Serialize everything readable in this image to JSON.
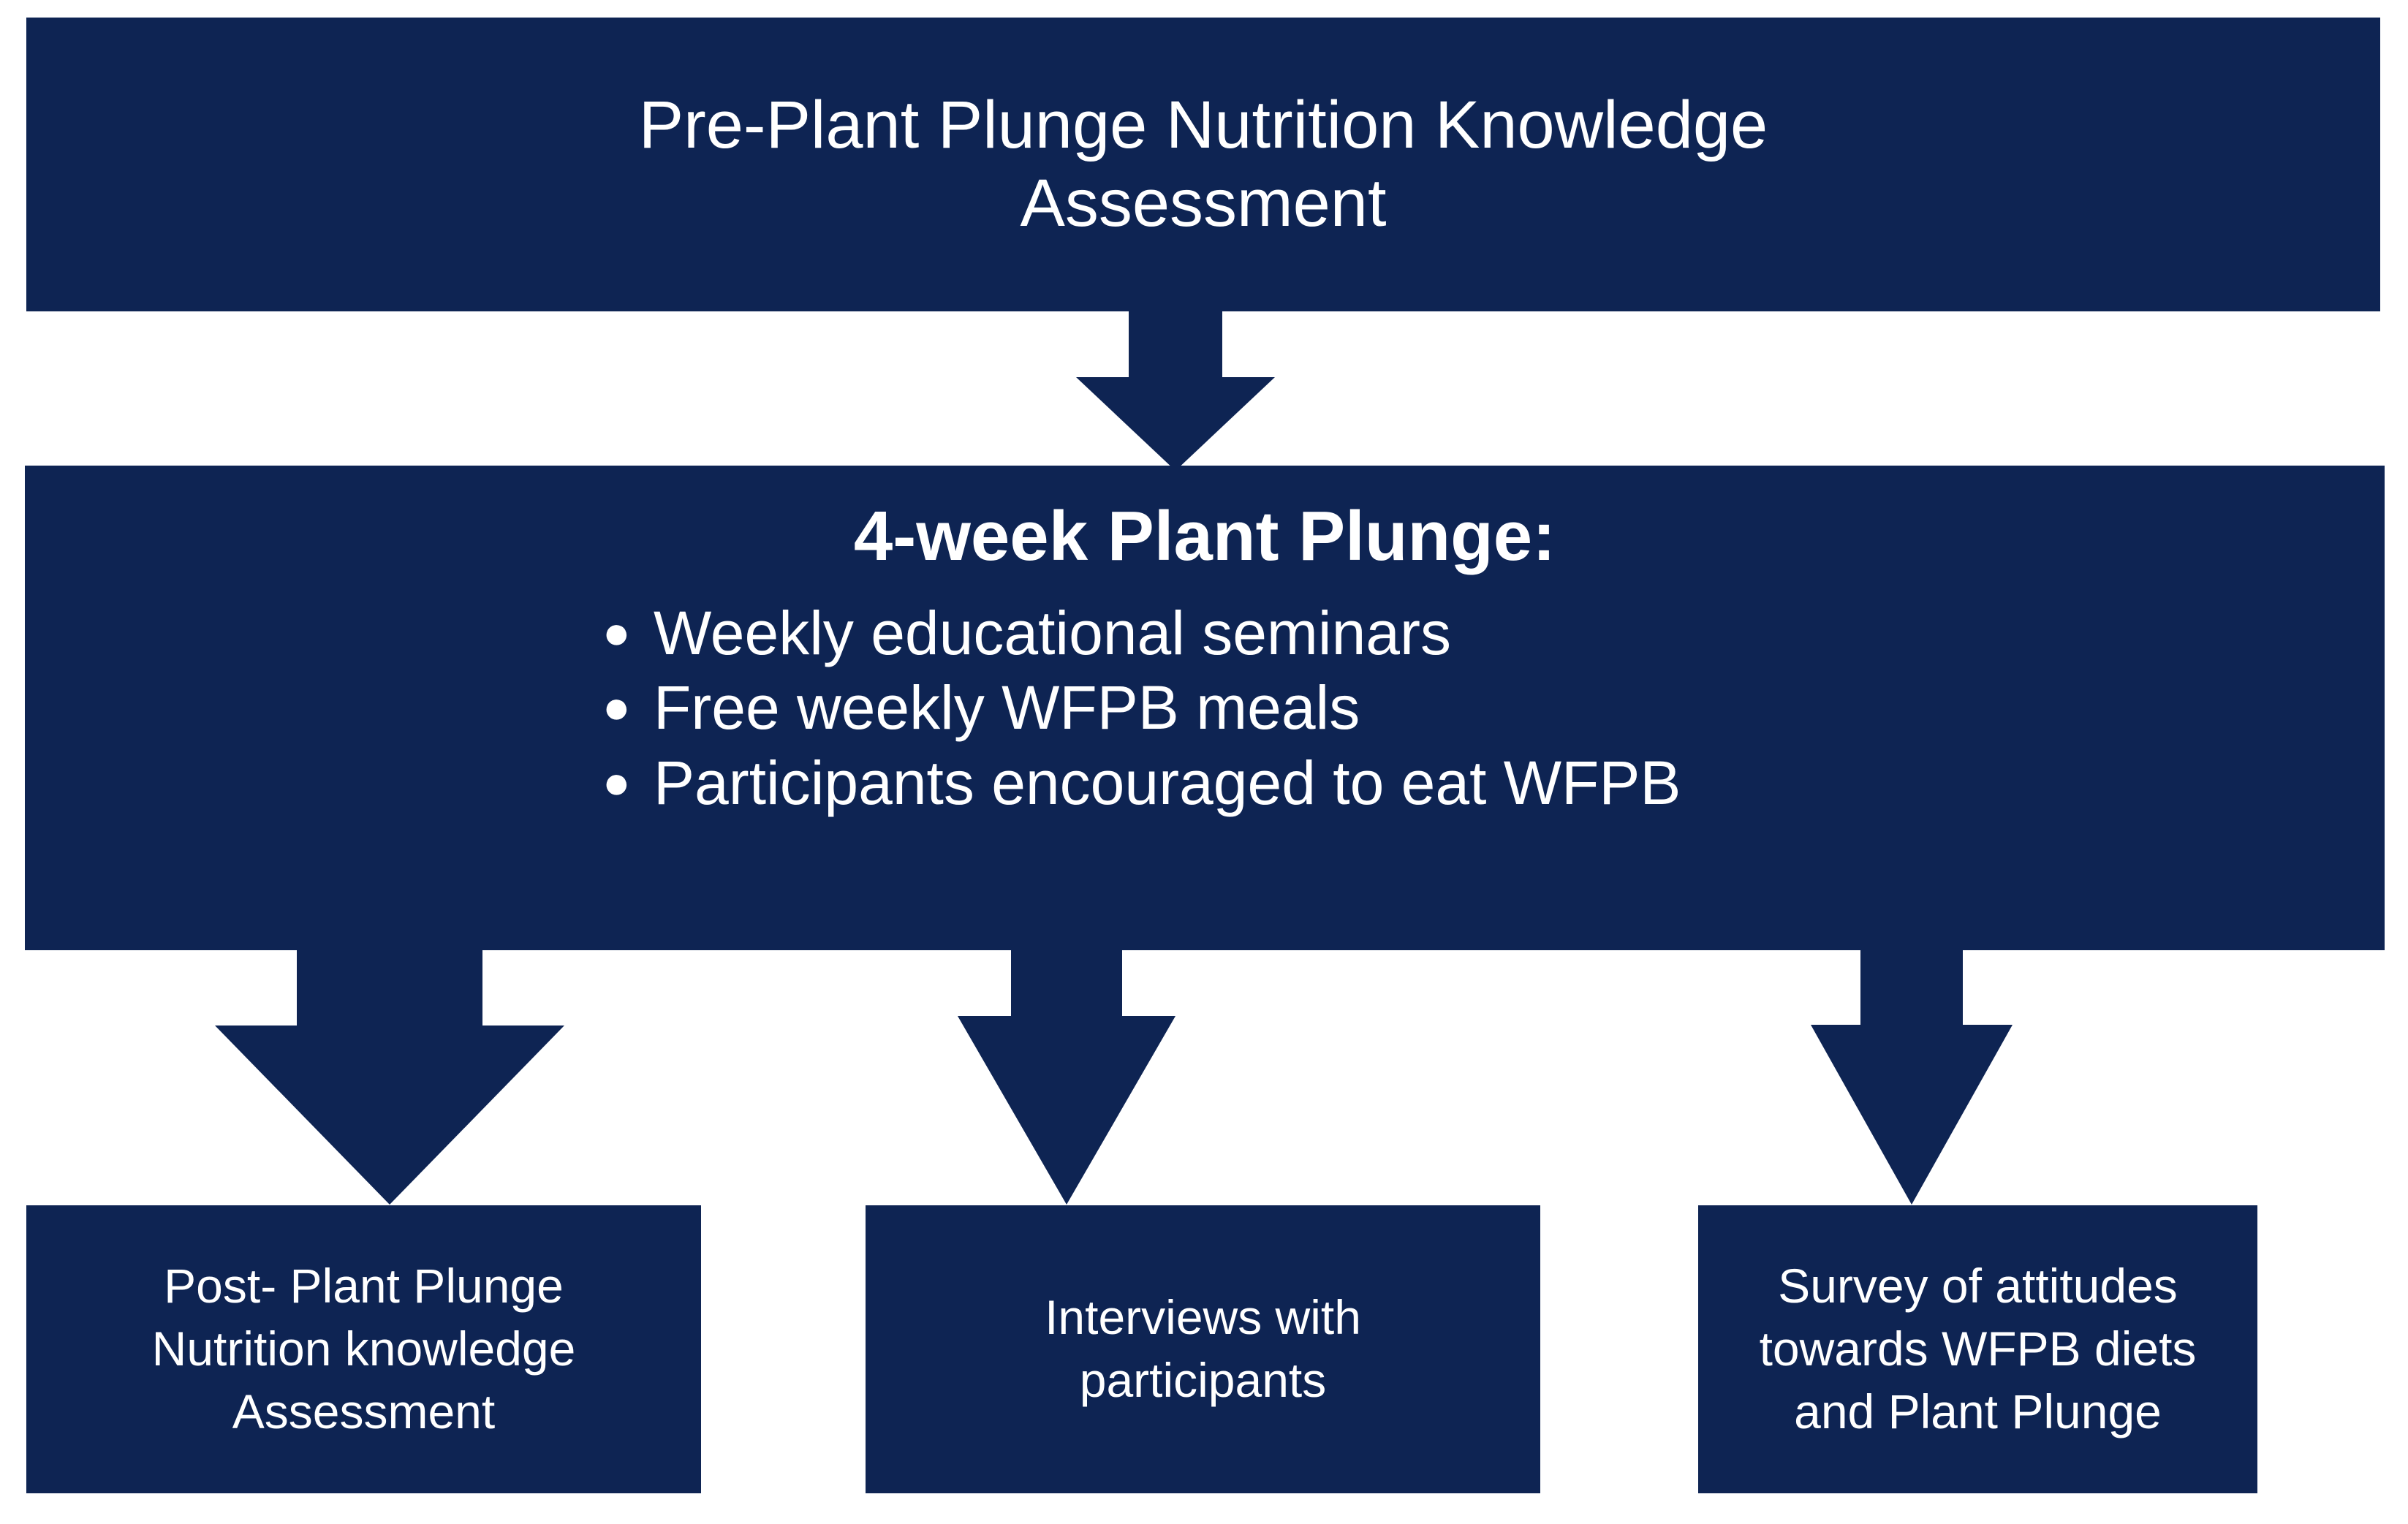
{
  "diagram": {
    "title": "Plant Plunge study design flowchart",
    "accent_color": "#0e2453",
    "text_color": "#ffffff",
    "background_color": "#ffffff"
  },
  "nodes": {
    "pre_assessment": {
      "line1": "Pre-Plant Plunge Nutrition Knowledge",
      "line2": "Assessment"
    },
    "intervention": {
      "heading": "4-week Plant Plunge:",
      "bullet_marker": "●",
      "bullets": [
        "Weekly educational seminars",
        "Free weekly WFPB meals",
        "Participants encouraged to eat WFPB"
      ]
    },
    "post_assessment": {
      "line1": "Post- Plant Plunge",
      "line2": "Nutrition knowledge",
      "line3": "Assessment"
    },
    "interviews": {
      "line1": "Interviews with",
      "line2": "participants"
    },
    "survey": {
      "line1": "Survey of attitudes",
      "line2": "towards WFPB diets",
      "line3": "and Plant Plunge"
    }
  },
  "connectors": [
    {
      "name": "pre-to-intervention",
      "from": "pre_assessment",
      "to": "intervention",
      "direction": "down"
    },
    {
      "name": "intervention-to-post",
      "from": "intervention",
      "to": "post_assessment",
      "direction": "down"
    },
    {
      "name": "intervention-to-interviews",
      "from": "intervention",
      "to": "interviews",
      "direction": "down"
    },
    {
      "name": "intervention-to-survey",
      "from": "intervention",
      "to": "survey",
      "direction": "down"
    }
  ]
}
